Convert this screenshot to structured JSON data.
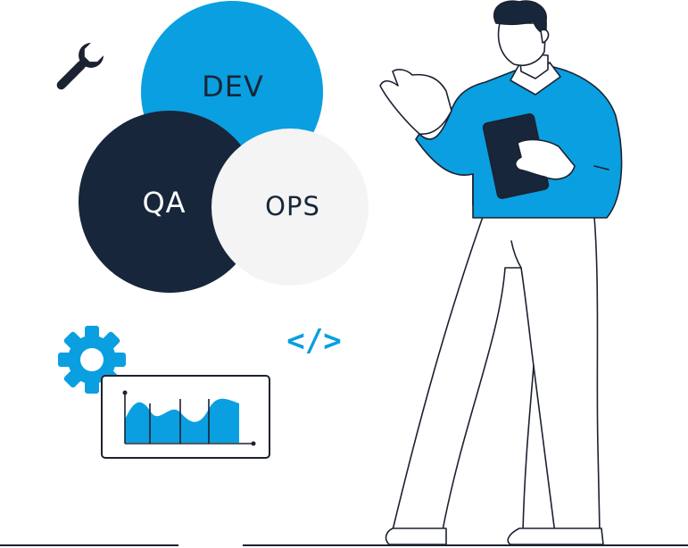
{
  "venn": {
    "dev_label": "DEV",
    "qa_label": "QA",
    "ops_label": "OPS"
  },
  "code_tag": "</>",
  "icons": {
    "wrench": "wrench-icon",
    "gear": "gear-icon",
    "chart": "area-chart-icon"
  },
  "colors": {
    "blue": "#0a9fe0",
    "navy": "#17263a",
    "light": "#f4f4f4",
    "line": "#1b2230"
  }
}
